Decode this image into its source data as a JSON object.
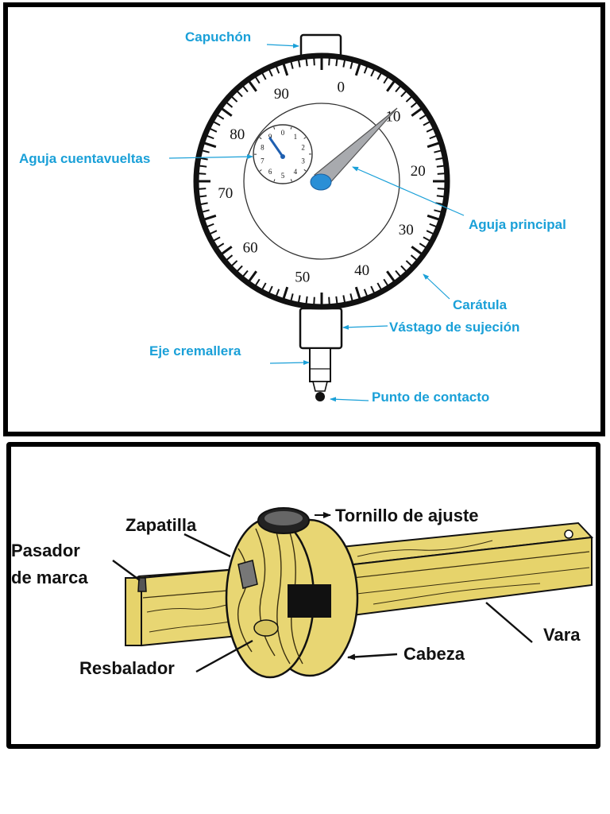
{
  "dial_indicator": {
    "labels": {
      "cap": "Capuchón",
      "revolution_needle": "Aguja cuentavueltas",
      "main_needle": "Aguja principal",
      "dial_face": "Carátula",
      "mounting_stem": "Vástago de sujeción",
      "rack_spindle": "Eje cremallera",
      "contact_point": "Punto de contacto"
    },
    "dial_numbers": [
      "0",
      "10",
      "20",
      "30",
      "40",
      "50",
      "60",
      "70",
      "80",
      "90"
    ],
    "counter_numbers": [
      "0",
      "1",
      "2",
      "3",
      "4",
      "5",
      "6",
      "7",
      "8",
      "9"
    ],
    "colors": {
      "label": "#1aa0d8",
      "needle_hub": "#2a8fd6",
      "needle": "#a8aaae"
    }
  },
  "marking_gauge": {
    "labels": {
      "adjust_screw": "Tornillo de ajuste",
      "shoe": "Zapatilla",
      "marking_pin_line1": "Pasador",
      "marking_pin_line2": "de marca",
      "slider": "Resbalador",
      "head": "Cabeza",
      "beam": "Vara"
    },
    "colors": {
      "wood": "#e8d673",
      "grain": "#3a2f10"
    }
  }
}
